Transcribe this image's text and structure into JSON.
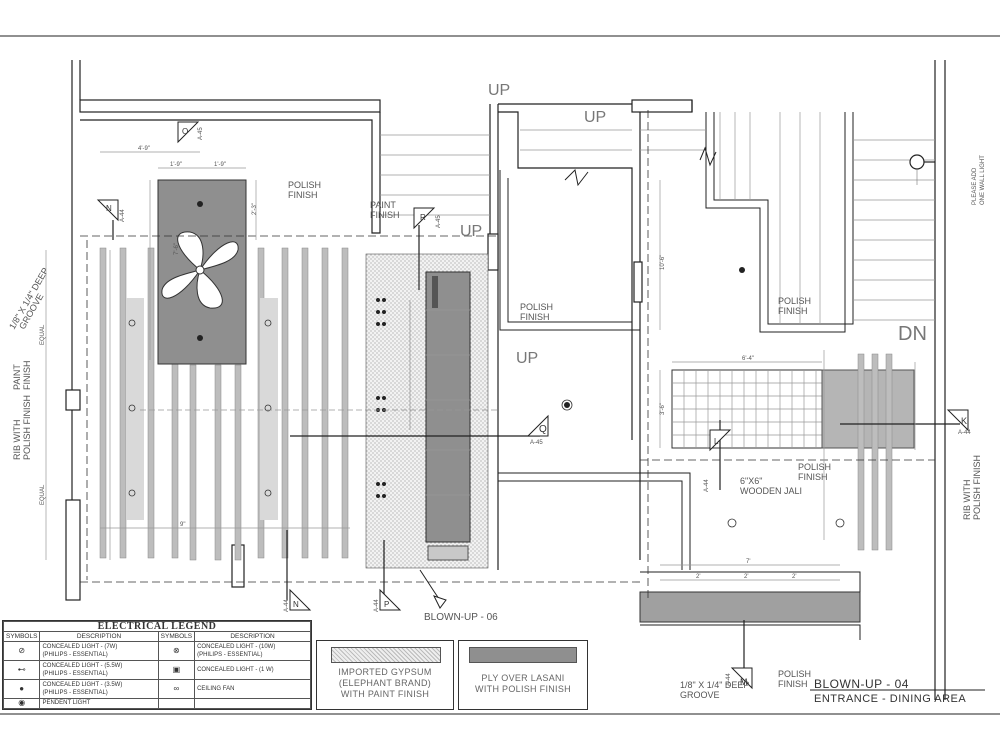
{
  "labels": {
    "up1": "UP",
    "up2": "UP",
    "up3": "UP",
    "up4": "UP",
    "dn": "DN",
    "polish_finish": "POLISH\nFINISH",
    "paint_finish": "PAINT\nFINISH",
    "groove": "1/8\" X 1/4\" DEEP\nGROOVE",
    "rib_polish": "RIB WITH\nPOLISH FINISH",
    "equal": "EQUAL",
    "wooden_jali": "6\"X6\"\nWOODEN JALI",
    "blown_up_06": "BLOWN-UP - 06",
    "please_add": "PLEASE ADD\nONE WALL LIGHT",
    "section_q": "Q",
    "section_q_ref": "A-45",
    "section_n": "N",
    "section_n_ref": "A-44",
    "section_o": "O",
    "section_o_ref": "A-45",
    "section_r": "R",
    "section_r_ref": "A-45",
    "section_k": "K",
    "section_k_ref": "A-44",
    "section_l": "L",
    "section_l_ref": "A-44",
    "section_m": "M",
    "section_m_ref": "A-44",
    "section_p": "P",
    "section_p_ref": "A-44",
    "dim_4_9": "4'-9\"",
    "dim_1_9a": "1'-9\"",
    "dim_1_9b": "1'-9\"",
    "dim_2_3": "2'-3\"",
    "dim_7_6": "7'-6\"",
    "dim_10_6": "10'-6\"",
    "dim_6_4": "6'-4\"",
    "dim_7": "7'",
    "dim_2a": "2'",
    "dim_2b": "2'",
    "dim_2c": "2'",
    "dim_3_6": "3'-6\"",
    "dim_9": "9\""
  },
  "legend": {
    "title": "ELECTRICAL   LEGEND",
    "col_symbols": "SYMBOLS",
    "col_description": "DESCRIPTION",
    "left": [
      {
        "symbol": "⊘",
        "text": "CONCEALED LIGHT - (7W)\n(PHILIPS - ESSENTIAL)"
      },
      {
        "symbol": "⊷",
        "text": "CONCEALED LIGHT - (5.5W)\n(PHILIPS - ESSENTIAL)"
      },
      {
        "symbol": "●",
        "text": "CONCEALED LIGHT - (3.5W)\n(PHILIPS - ESSENTIAL)"
      },
      {
        "symbol": "◉",
        "text": "PENDENT LIGHT"
      }
    ],
    "right": [
      {
        "symbol": "⊗",
        "text": "CONCEALED LIGHT - (10W)\n(PHILIPS - ESSENTIAL)"
      },
      {
        "symbol": "▣",
        "text": "CONCEALED LIGHT - (1 W)"
      },
      {
        "symbol": "∞",
        "text": "CEILING FAN"
      },
      {
        "symbol": "",
        "text": ""
      }
    ]
  },
  "material_legend": {
    "gypsum": "IMPORTED GYPSUM\n(ELEPHANT BRAND)\nWITH PAINT FINISH",
    "ply": "PLY OVER LASANI\nWITH POLISH FINISH"
  },
  "title": {
    "main": "BLOWN-UP  -  04",
    "sub": "ENTRANCE  -  DINING AREA"
  },
  "colors": {
    "dark_grey": "#8c8c8c",
    "mid_grey": "#a8a8a8",
    "light_grey": "#c8c8c8",
    "line": "#222222"
  }
}
